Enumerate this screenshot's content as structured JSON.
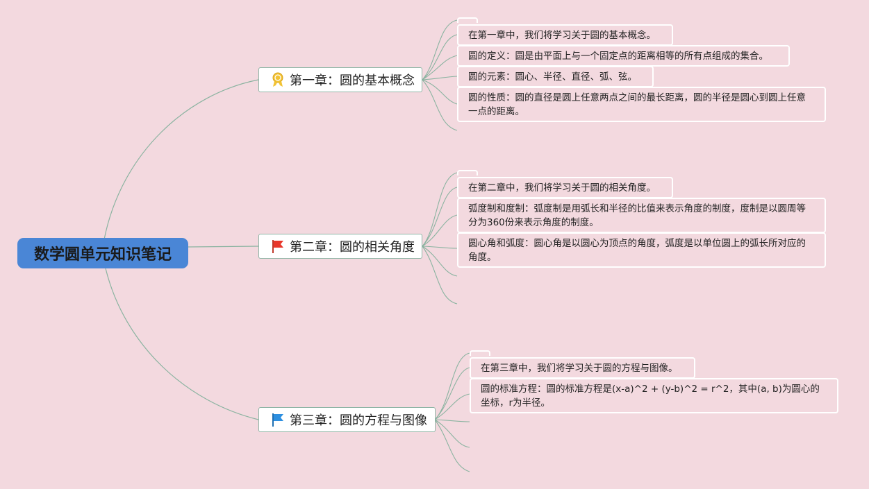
{
  "title": "数学圆单元知识笔记",
  "colors": {
    "background": "#f3d9df",
    "root_fill": "#4a86d6",
    "connector": "#8ab3a0",
    "card_border": "#ffffff"
  },
  "chapters": [
    {
      "label": "第一章：圆的基本概念",
      "icon": "award-ribbon-icon",
      "notes": [
        "在第一章中，我们将学习关于圆的基本概念。",
        "圆的定义：圆是由平面上与一个固定点的距离相等的所有点组成的集合。",
        "圆的元素：圆心、半径、直径、弧、弦。",
        "圆的性质：圆的直径是圆上任意两点之间的最长距离，圆的半径是圆心到圆上任意一点的距离。"
      ]
    },
    {
      "label": "第二章：圆的相关角度",
      "icon": "red-flag-icon",
      "notes": [
        "在第二章中，我们将学习关于圆的相关角度。",
        "弧度制和度制：弧度制是用弧长和半径的比值来表示角度的制度，度制是以圆周等分为360份来表示角度的制度。",
        "圆心角和弧度：圆心角是以圆心为顶点的角度，弧度是以单位圆上的弧长所对应的角度。"
      ]
    },
    {
      "label": "第三章：圆的方程与图像",
      "icon": "blue-flag-icon",
      "notes": [
        "在第三章中，我们将学习关于圆的方程与图像。",
        "圆的标准方程：圆的标准方程是(x-a)^2 + (y-b)^2 = r^2，其中(a, b)为圆心的坐标，r为半径。"
      ]
    }
  ]
}
